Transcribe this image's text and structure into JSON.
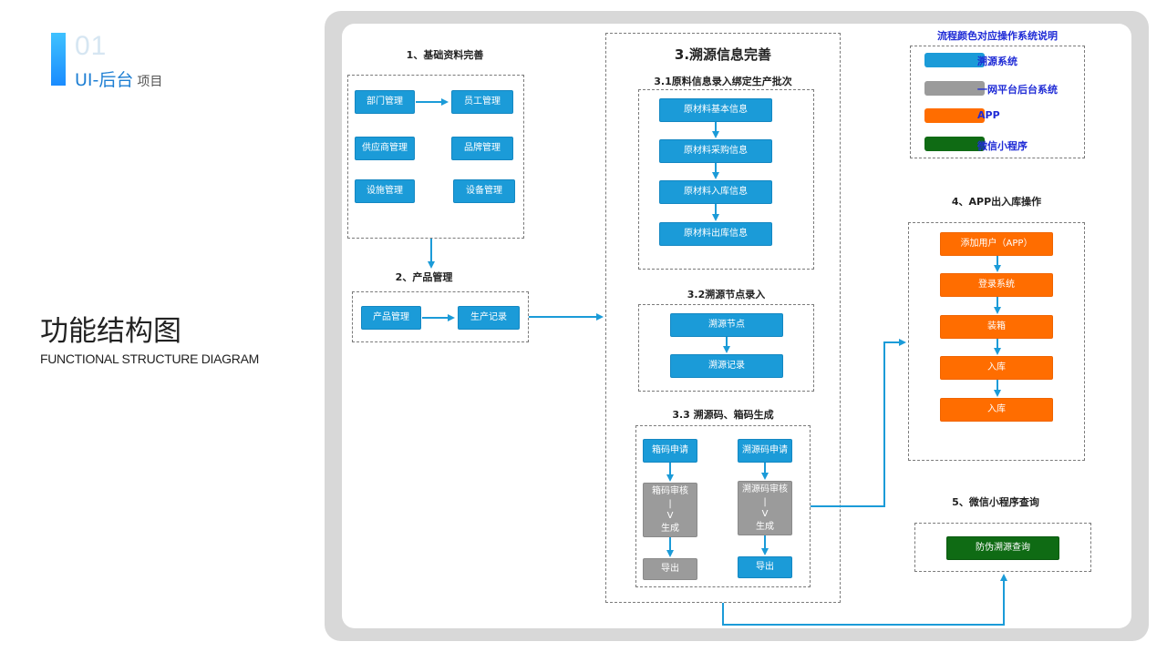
{
  "header": {
    "number": "01",
    "title": "UI-后台",
    "subtitle": "项目"
  },
  "heading": {
    "cn": "功能结构图",
    "en": "FUNCTIONAL STRUCTURE DIAGRAM"
  },
  "sec1": {
    "title": "1、基础资料完善",
    "items": [
      "部门管理",
      "员工管理",
      "供应商管理",
      "品牌管理",
      "设施管理",
      "设备管理"
    ]
  },
  "sec2": {
    "title": "2、产品管理",
    "items": [
      "产品管理",
      "生产记录"
    ]
  },
  "sec3": {
    "title": "3.溯源信息完善",
    "sub1": {
      "title": "3.1原料信息录入绑定生产批次",
      "items": [
        "原材料基本信息",
        "原材料采购信息",
        "原材料入库信息",
        "原材料出库信息"
      ]
    },
    "sub2": {
      "title": "3.2溯源节点录入",
      "items": [
        "溯源节点",
        "溯源记录"
      ]
    },
    "sub3": {
      "title": "3.3 溯源码、箱码生成",
      "left": [
        "箱码申请",
        "箱码审核\n|\nV\n生成",
        "导出"
      ],
      "right": [
        "溯源码申请",
        "溯源码审核\n|\nV\n生成",
        "导出"
      ]
    }
  },
  "legend": {
    "title": "流程颜色对应操作系统说明",
    "items": [
      {
        "label": "溯源系统",
        "color": "#1b9bd8"
      },
      {
        "label": "一网平台后台系统",
        "color": "#9b9b9b"
      },
      {
        "label": "APP",
        "color": "#ff6d00"
      },
      {
        "label": "微信小程序",
        "color": "#0f6b14"
      }
    ]
  },
  "sec4": {
    "title": "4、APP出入库操作",
    "items": [
      "添加用户（APP）",
      "登录系统",
      "装箱",
      "入库",
      "入库"
    ]
  },
  "sec5": {
    "title": "5、微信小程序查询",
    "items": [
      "防伪溯源查询"
    ]
  }
}
